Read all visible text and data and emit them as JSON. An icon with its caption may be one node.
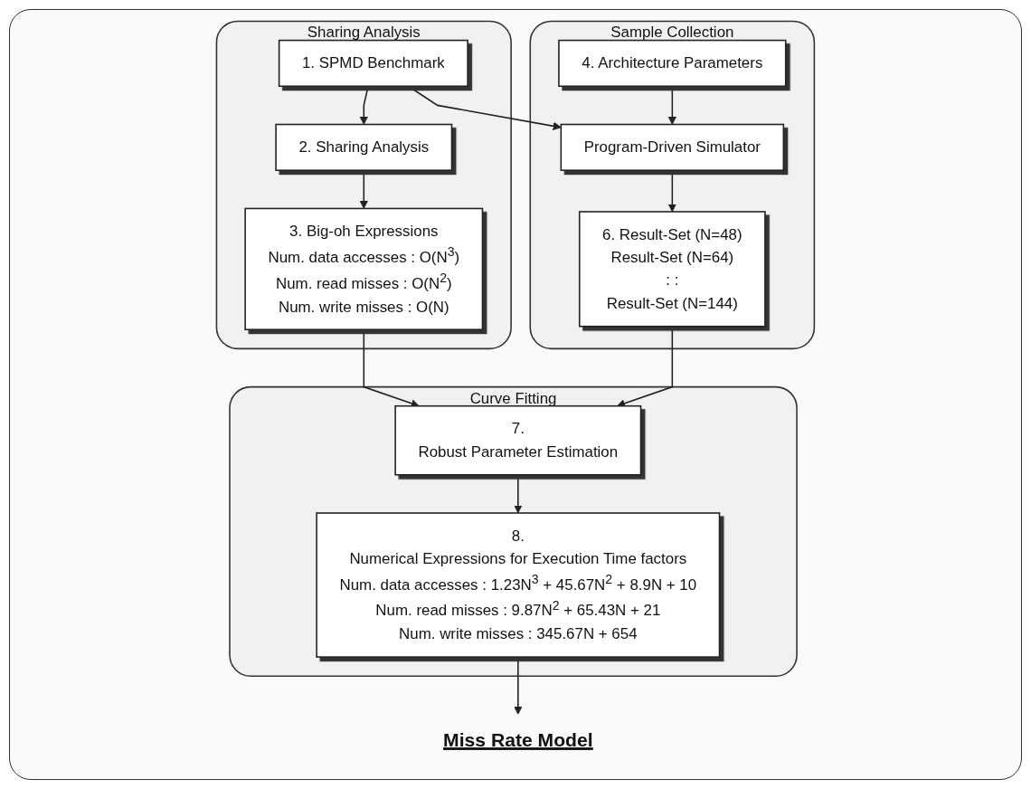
{
  "diagram": {
    "nodes": [
      {
        "text": [
          "Sharing Analysis"
        ]
      },
      {
        "text": [
          "1. SPMD Benchmark"
        ],
        "in": 0
      },
      {
        "text": [
          "2. Sharing Analysis"
        ],
        "in": 0
      },
      {
        "text": [
          "3. Big-oh Expressions",
          "Num. data accesses : O(N$^{3}$)",
          "Num. read misses : O(N$^{2}$)",
          "Num. write misses : O(N)"
        ],
        "in": 0
      },
      {
        "text": [
          "Sample Collection"
        ]
      },
      {
        "text": [
          "4. Architecture Parameters"
        ],
        "in": 4
      },
      {
        "text": [
          "Program-Driven Simulator"
        ],
        "in": 4
      },
      {
        "text": [
          "6. Result-Set (N=48)",
          "Result-Set (N=64)",
          ": :",
          "Result-Set (N=144)"
        ],
        "in": 4
      },
      {
        "text": [
          "Curve Fitting"
        ]
      },
      {
        "text": [
          "7.",
          "Robust Parameter Estimation"
        ],
        "in": 8
      },
      {
        "text": [
          "8.",
          "Numerical Expressions for Execution Time factors",
          "Num. data accesses : 1.23N$^{3}$ + 45.67N$^{2}$ + 8.9N + 10",
          "Num. read misses : 9.87N$^{2}$ + 65.43N + 21",
          "Num. write misses : 345.67N + 654"
        ],
        "in": 8
      },
      {
        "text": [
          "Miss Rate Model"
        ]
      }
    ],
    "edges": [
      {
        "from": 1,
        "to": 2,
        "arrow": "to"
      },
      {
        "from": 2,
        "to": 3,
        "arrow": "to"
      },
      {
        "from": 1,
        "to": 6,
        "arrow": "to"
      },
      {
        "from": 5,
        "to": 6,
        "arrow": "to"
      },
      {
        "from": 6,
        "to": 7,
        "arrow": "to"
      },
      {
        "from": 3,
        "to": 9,
        "arrow": "to"
      },
      {
        "from": 7,
        "to": 9,
        "arrow": "to"
      },
      {
        "from": 9,
        "to": 10,
        "arrow": "to"
      },
      {
        "from": 10,
        "to": 11,
        "arrow": "to"
      }
    ]
  }
}
